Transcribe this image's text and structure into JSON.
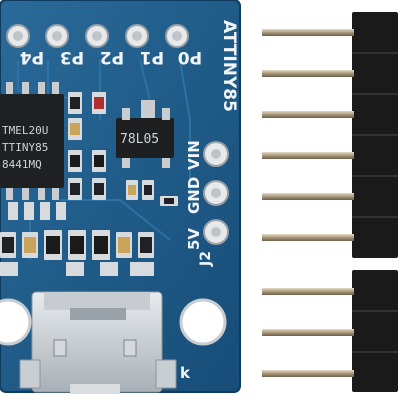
{
  "board": {
    "top_pins": [
      "P4",
      "P3",
      "P2",
      "P1",
      "P0"
    ],
    "side_pins": [
      "5V",
      "GND",
      "VIN"
    ],
    "title": "ATTINY85",
    "jumper": "J2",
    "corner_mark": "k",
    "mcu_lines": [
      "TMEL20U",
      "TTINY85",
      "8441MQ"
    ],
    "regulator": "78L05"
  },
  "colors": {
    "pcb": "#1f5f8f",
    "pcb_edge": "#16486d",
    "header_plastic": "#1a1a1a",
    "pin_metal": "#b8a88a"
  }
}
